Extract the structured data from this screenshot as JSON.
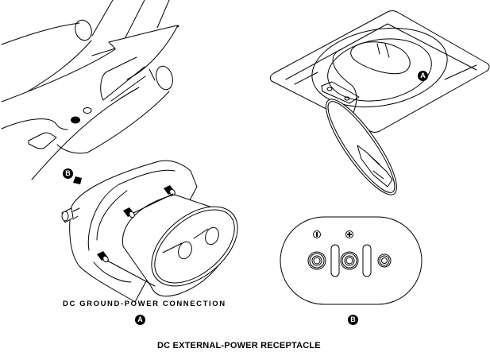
{
  "diagram": {
    "title": "DC EXTERNAL-POWER RECEPTACLE",
    "views": [
      {
        "id": "A",
        "caption": "DC GROUND-POWER CONNECTION",
        "callout_label": "A",
        "description": "Ground-power plug connector with three mounting studs and two pin sockets"
      },
      {
        "id": "B",
        "callout_label": "B",
        "description": "Receptacle face with negative and positive terminals and small pin"
      }
    ],
    "callouts": {
      "detail_a_on_aircraft": "A",
      "detail_b_pointer": "B",
      "connection_a": "A",
      "receptacle_b": "B"
    },
    "terminal_symbols": {
      "negative": "negative-terminal",
      "positive": "positive-terminal"
    },
    "colors": {
      "line": "#000000",
      "background": "#ffffff"
    }
  }
}
